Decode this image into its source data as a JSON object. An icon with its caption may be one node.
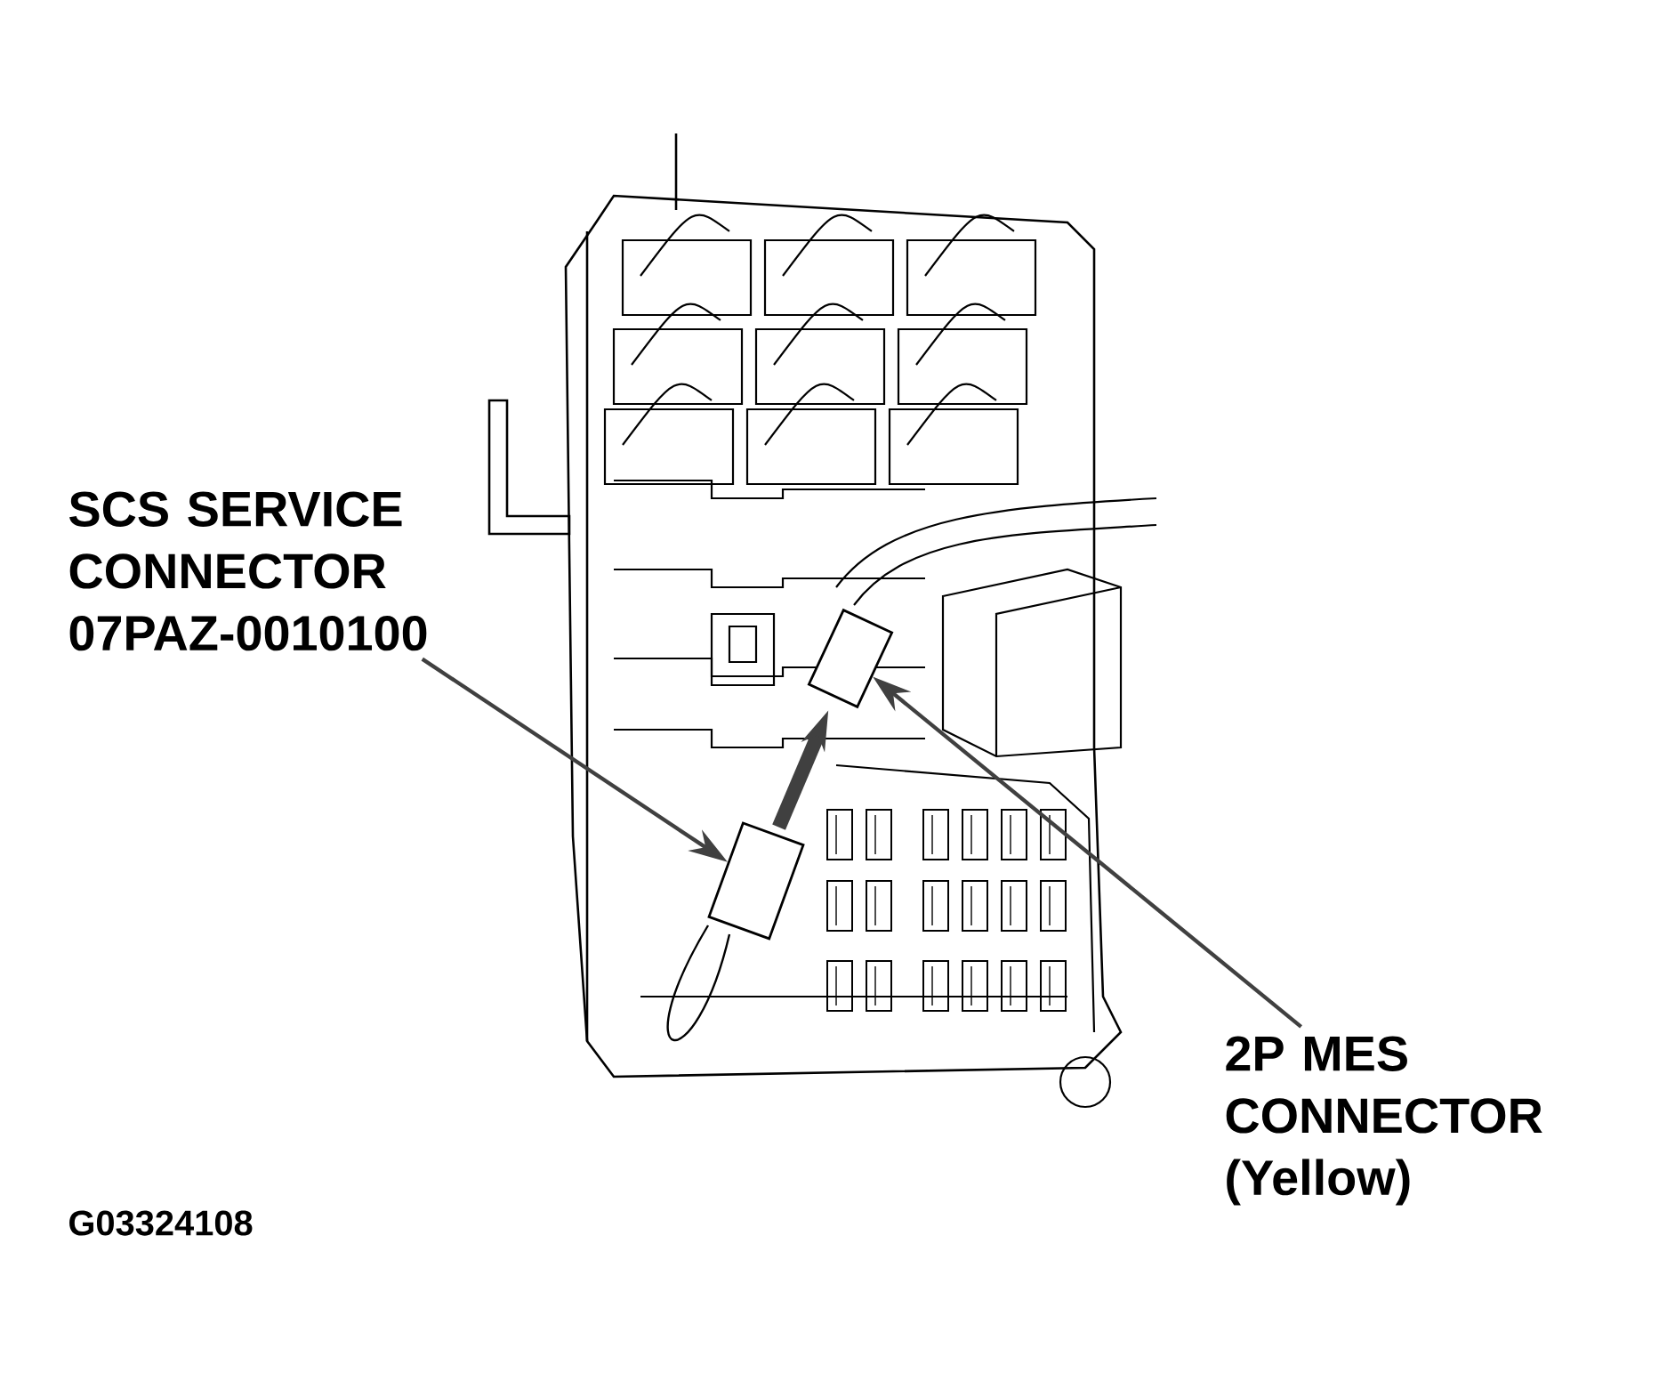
{
  "diagram": {
    "nodes": [
      {
        "text": [
          "SCS SERVICE CONNECTOR 07PAZ-0010100"
        ]
      },
      {
        "text": [],
        "shape": "picture"
      },
      {
        "text": [
          "2P MES CONNECTOR (Yellow)"
        ]
      },
      {
        "text": [],
        "shape": "picture"
      }
    ],
    "edges": [
      {
        "from": 0,
        "to": 1,
        "arrow": "to"
      },
      {
        "from": 2,
        "to": 3,
        "arrow": "to"
      },
      {
        "from": 1,
        "to": 3,
        "arrow": "to",
        "style": "thick"
      }
    ],
    "labels": [
      "G03324108"
    ]
  }
}
